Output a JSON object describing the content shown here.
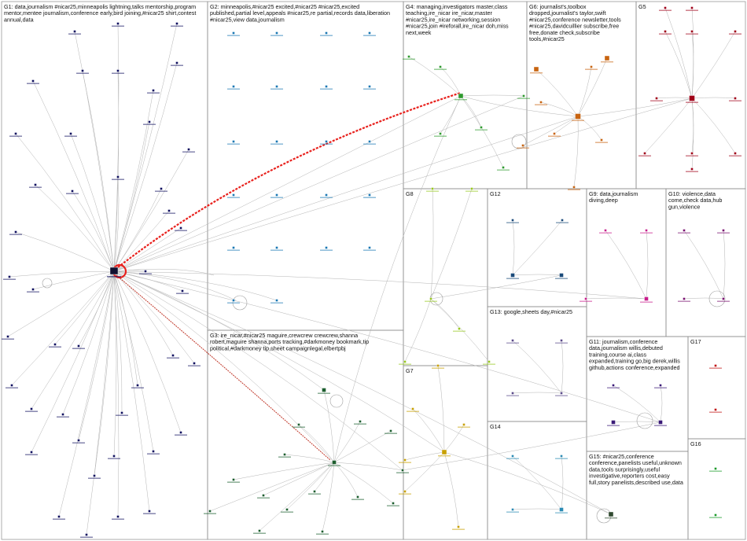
{
  "colors": {
    "G1": "#101060",
    "G2": "#1a78b4",
    "G3": "#1c5e2e",
    "G4": "#2e9a2e",
    "G5": "#a00018",
    "G6": "#c86410",
    "G7": "#c8a000",
    "G8": "#98c820",
    "G9": "#c81e8c",
    "G10": "#7a1070",
    "G11": "#3a1a78",
    "G12": "#1a4a7a",
    "G13": "#5a4a8a",
    "G14": "#2a8ab4",
    "G15": "#304a30",
    "G16": "#1a9a2a",
    "G17": "#c01010"
  },
  "groups": [
    {
      "id": "G1",
      "label": "G1: data,journalism  #nicar25,minneapolis  lightning,talks  mentorship,program\nmentor,mentee  journalism,conference  early,bird  joining,#nicar25  shirt,contest\nannual,data"
    },
    {
      "id": "G2",
      "label": "G2: minneapolis,#nicar25  excited,#nicar25  #nicar25,excited\npublished,partial  level,appeals  #nicar25,re  partial,records  data,liberation\n#nicar25,view  data,journalism"
    },
    {
      "id": "G3",
      "label": "G3: ire_nicar,#nicar25  maguire,crewcrew  crewcrew,shanna\nrobert,maguire  shanna,ports  tracking,#darkmoney  bookmark,tip\npolitical,#darkmoney  tip,sheet  campaignlegal,elbertpbj"
    },
    {
      "id": "G4",
      "label": "G4: managing,investigators  master,class\nteaching,ire_nicar  ire_nicar,master\n#nicar25,ire_nicar  networking,session\n#nicar25,join  #ireforall,ire_nicar  doh,miss\nnext,week"
    },
    {
      "id": "G5",
      "label": "G5"
    },
    {
      "id": "G6",
      "label": "G6: journalist's,toolbox\ndropped,journalist's  taylor,swift\n#nicar25,conference  newsletter,tools\n#nicar25,davidcuillier  subscribe,free\nfree,donate  check,subscribe\ntools,#nicar25"
    },
    {
      "id": "G7",
      "label": "G7"
    },
    {
      "id": "G8",
      "label": "G8"
    },
    {
      "id": "G9",
      "label": "G9: data,journalism\ndiving,deep"
    },
    {
      "id": "G10",
      "label": "G10: violence,data\ncome,check  data,hub\ngun,violence"
    },
    {
      "id": "G11",
      "label": "G11: journalism,conference\ndata,journalism  willis,debuted\ntraining,course  ai,class\nexpanded,training  go,big  derek,willis\ngithub,actions  conference,expanded"
    },
    {
      "id": "G12",
      "label": "G12"
    },
    {
      "id": "G13",
      "label": "G13: google,sheets  day,#nicar25"
    },
    {
      "id": "G14",
      "label": "G14"
    },
    {
      "id": "G15",
      "label": "G15: #nicar25,conference\nconference,panelists  useful,unknown\ndata,tools  surprisingly,useful\ninvestigative,reporters  cost,easy\nfull,story  panelists,described  use,data"
    },
    {
      "id": "G16",
      "label": "G16"
    },
    {
      "id": "G17",
      "label": "G17"
    }
  ]
}
